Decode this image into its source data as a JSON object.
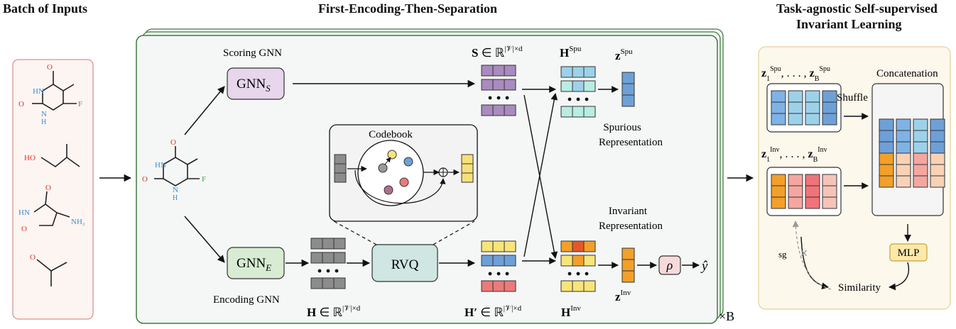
{
  "headings": {
    "batch": "Batch of Inputs",
    "encoding": "First-Encoding-Then-Separation",
    "task_line1": "Task-agnostic Self-supervised",
    "task_line2": "Invariant Learning"
  },
  "nodes": {
    "scoring_label": "Scoring GNN",
    "encoding_label": "Encoding GNN",
    "gnn_s": "GNN",
    "gnn_s_sub": "S",
    "gnn_e": "GNN",
    "gnn_e_sub": "E",
    "rvq": "RVQ",
    "codebook": "Codebook",
    "rho": "ρ",
    "yhat": "ŷ",
    "times_b": "×B",
    "mlp": "MLP",
    "sg": "sg",
    "similarity": "Similarity",
    "shuffle": "Shuffle",
    "concatenation": "Concatenation"
  },
  "math": {
    "S_def": "S ∈ ℝ|𝒱|×d",
    "H_def": "H ∈ ℝ|𝒱|×d",
    "Hprime_def": "H′ ∈ ℝ|𝒱|×d",
    "H_spu": "HSpu",
    "z_spu": "zSpu",
    "H_inv": "HInv",
    "z_inv": "zInv",
    "z_spu_set": "z1Spu, . . . , zBSpu",
    "z_inv_set": "z1Inv, . . . , zBInv"
  },
  "representations": {
    "spurious_line1": "Spurious",
    "spurious_line2": "Representation",
    "invariant_line1": "Invariant",
    "invariant_line2": "Representation"
  },
  "molecules": {
    "m1_atoms": [
      "O",
      "HN",
      "O",
      "N",
      "H",
      "F"
    ],
    "m2_atoms": [
      "HO"
    ],
    "m3_atoms": [
      "O",
      "HN",
      "O",
      "NH₂"
    ],
    "m4_atoms": [
      "O"
    ],
    "center_atoms": [
      "O",
      "HN",
      "O",
      "N",
      "H",
      "F"
    ]
  },
  "colors": {
    "panel_border": "#3f7a3f",
    "panel_fill": "#f4f7f5",
    "left_box_border": "#d9938f",
    "left_box_fill": "#fdf5f2",
    "right_box_border": "#e6d29e",
    "right_box_fill": "#fdf8ec",
    "gnn_s_fill": "#e7d6ec",
    "gnn_e_fill": "#d7ecd2",
    "rvq_fill": "#cfe6e2",
    "purple": "#a98bbf",
    "gray": "#8c8c8c",
    "blue": "#6ea0d8",
    "red": "#ec7a7a",
    "orange": "#f2a02a",
    "yellow": "#f7e57a",
    "peach": "#f9d2b6",
    "lightblue": "#9dd1ea",
    "lightteal": "#b9ece2",
    "oxygen": "#e0322a",
    "nitrogen": "#3a8fd6",
    "fluorine": "#3aa84a"
  }
}
